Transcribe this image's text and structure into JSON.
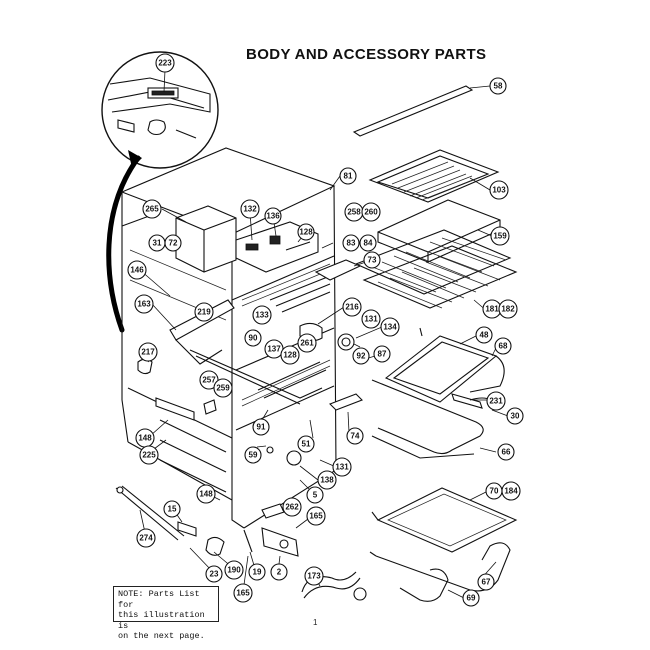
{
  "title": "BODY AND ACCESSORY PARTS",
  "note": {
    "lines": [
      "NOTE: Parts List for",
      "this illustration is",
      "on the next page."
    ]
  },
  "page_mark": "1",
  "callouts": [
    {
      "id": "c223",
      "label": "223"
    },
    {
      "id": "c58",
      "label": "58"
    },
    {
      "id": "c81",
      "label": "81"
    },
    {
      "id": "c103",
      "label": "103"
    },
    {
      "id": "c265",
      "label": "265"
    },
    {
      "id": "c132",
      "label": "132"
    },
    {
      "id": "c136",
      "label": "136"
    },
    {
      "id": "c128a",
      "label": "128"
    },
    {
      "id": "c258",
      "label": "258"
    },
    {
      "id": "c260",
      "label": "260"
    },
    {
      "id": "c159",
      "label": "159"
    },
    {
      "id": "c31",
      "label": "31"
    },
    {
      "id": "c72",
      "label": "72"
    },
    {
      "id": "c83",
      "label": "83"
    },
    {
      "id": "c84",
      "label": "84"
    },
    {
      "id": "c73",
      "label": "73"
    },
    {
      "id": "c146",
      "label": "146"
    },
    {
      "id": "c163",
      "label": "163"
    },
    {
      "id": "c219",
      "label": "219"
    },
    {
      "id": "c216",
      "label": "216"
    },
    {
      "id": "c133",
      "label": "133"
    },
    {
      "id": "c181",
      "label": "181"
    },
    {
      "id": "c182",
      "label": "182"
    },
    {
      "id": "c131a",
      "label": "131"
    },
    {
      "id": "c134",
      "label": "134"
    },
    {
      "id": "c48",
      "label": "48"
    },
    {
      "id": "c90",
      "label": "90"
    },
    {
      "id": "c261",
      "label": "261"
    },
    {
      "id": "c68",
      "label": "68"
    },
    {
      "id": "c137",
      "label": "137"
    },
    {
      "id": "c128b",
      "label": "128"
    },
    {
      "id": "c217",
      "label": "217"
    },
    {
      "id": "c92",
      "label": "92"
    },
    {
      "id": "c87",
      "label": "87"
    },
    {
      "id": "c257",
      "label": "257"
    },
    {
      "id": "c259",
      "label": "259"
    },
    {
      "id": "c231",
      "label": "231"
    },
    {
      "id": "c30",
      "label": "30"
    },
    {
      "id": "c91",
      "label": "91"
    },
    {
      "id": "c74",
      "label": "74"
    },
    {
      "id": "c148a",
      "label": "148"
    },
    {
      "id": "c51",
      "label": "51"
    },
    {
      "id": "c225",
      "label": "225"
    },
    {
      "id": "c59",
      "label": "59"
    },
    {
      "id": "c66",
      "label": "66"
    },
    {
      "id": "c131b",
      "label": "131"
    },
    {
      "id": "c138",
      "label": "138"
    },
    {
      "id": "c5",
      "label": "5"
    },
    {
      "id": "c70",
      "label": "70"
    },
    {
      "id": "c184",
      "label": "184"
    },
    {
      "id": "c148b",
      "label": "148"
    },
    {
      "id": "c262",
      "label": "262"
    },
    {
      "id": "c165a",
      "label": "165"
    },
    {
      "id": "c15",
      "label": "15"
    },
    {
      "id": "c274",
      "label": "274"
    },
    {
      "id": "c23",
      "label": "23"
    },
    {
      "id": "c190",
      "label": "190"
    },
    {
      "id": "c19",
      "label": "19"
    },
    {
      "id": "c2",
      "label": "2"
    },
    {
      "id": "c173",
      "label": "173"
    },
    {
      "id": "c67",
      "label": "67"
    },
    {
      "id": "c69",
      "label": "69"
    },
    {
      "id": "c165b",
      "label": "165"
    }
  ]
}
